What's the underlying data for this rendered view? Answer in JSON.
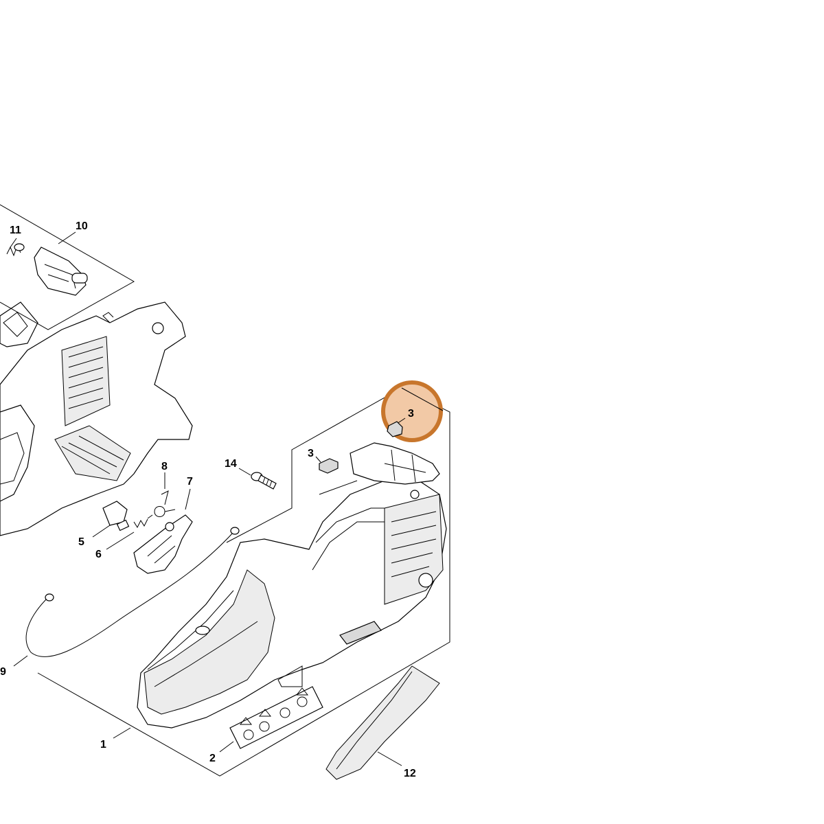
{
  "labels": {
    "l1": "1",
    "l2": "2",
    "l3a": "3",
    "l3b": "3",
    "l5": "5",
    "l6": "6",
    "l7": "7",
    "l8": "8",
    "l9": "9",
    "l10": "10",
    "l11": "11",
    "l12": "12",
    "l14": "14"
  },
  "highlight": {
    "ring_color": "#c8762c",
    "fill_color": "#f2c9a6"
  }
}
